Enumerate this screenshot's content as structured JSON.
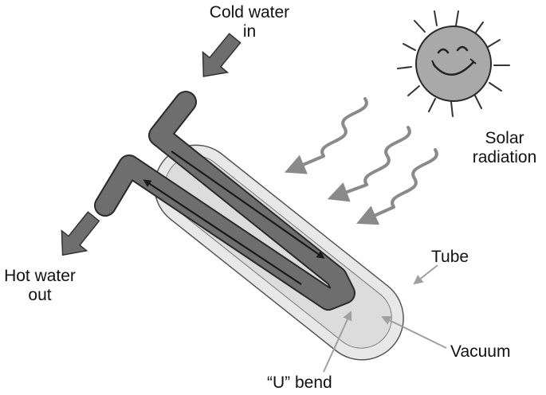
{
  "labels": {
    "cold_water_line1": "Cold water",
    "cold_water_line2": "in",
    "hot_water_line1": "Hot water",
    "hot_water_line2": "out",
    "solar_line1": "Solar",
    "solar_line2": "radiation",
    "tube": "Tube",
    "vacuum": "Vacuum",
    "u_bend": "“U” bend"
  },
  "colors": {
    "pipe": "#6e6e6e",
    "pipe_outline": "#2a2a2a",
    "sun": "#a9a9a9",
    "tube_fill": "#e8e8e8",
    "inner_tube_fill": "#dcdcdc",
    "radiation_arrow": "#8a8a8a",
    "pointer_line": "#a0a0a0",
    "flow_arrow": "#1a1a1a"
  }
}
